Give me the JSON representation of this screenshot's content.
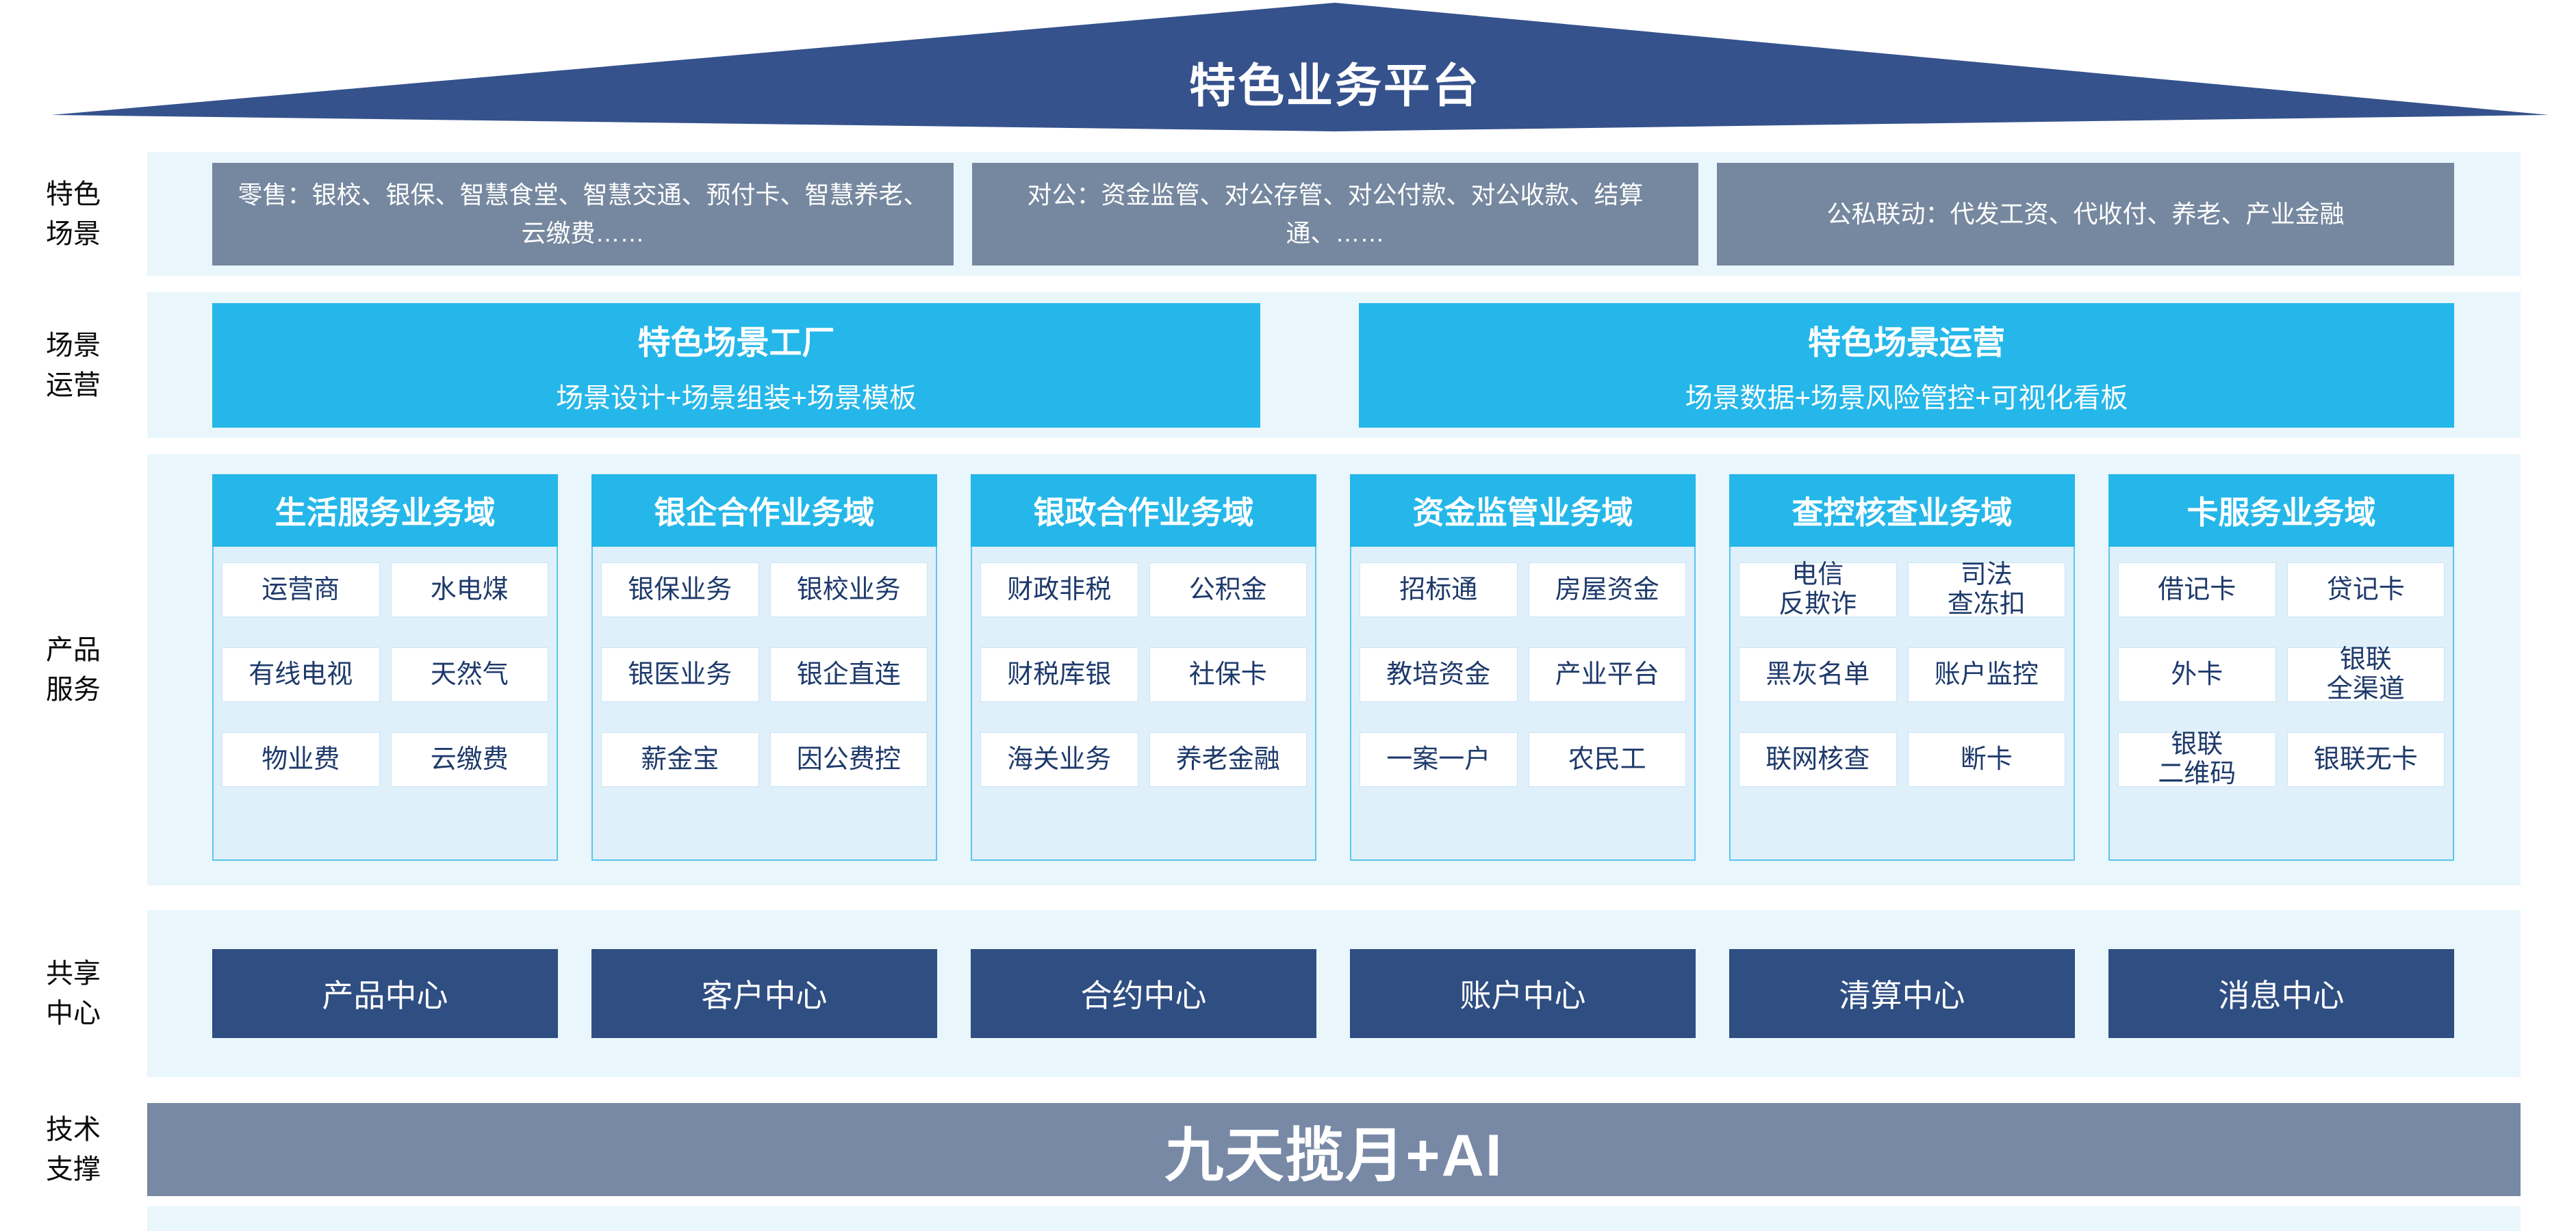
{
  "theme": {
    "navy_roof": "#35528C",
    "navy_box": "#2F4E82",
    "cyan": "#25B7E9",
    "gray_box": "#76889F",
    "gray_bar": "#7889A6",
    "band_bg": "#E9F6FC",
    "body_bg": "#DFF0FA",
    "col_border": "#5BC6EE",
    "cell_border": "#C9E4F3",
    "cell_text": "#1E3A6B"
  },
  "roof": {
    "title": "特色业务平台"
  },
  "sections": {
    "scenes": {
      "label": "特色\n场景",
      "boxes": [
        "零售：银校、银保、智慧食堂、智慧交通、预付卡、智慧养老、云缴费……",
        "对公：资金监管、对公存管、对公付款、对公收款、结算通、……",
        "公私联动：代发工资、代收付、养老、产业金融"
      ]
    },
    "operations": {
      "label": "场景\n运营",
      "boxes": [
        {
          "title": "特色场景工厂",
          "subtitle": "场景设计+场景组装+场景模板"
        },
        {
          "title": "特色场景运营",
          "subtitle": "场景数据+场景风险管控+可视化看板"
        }
      ]
    },
    "products": {
      "label": "产品\n服务",
      "domains": [
        {
          "name": "生活服务业务域",
          "items": [
            "运营商",
            "水电煤",
            "有线电视",
            "天然气",
            "物业费",
            "云缴费"
          ]
        },
        {
          "name": "银企合作业务域",
          "items": [
            "银保业务",
            "银校业务",
            "银医业务",
            "银企直连",
            "薪金宝",
            "因公费控"
          ]
        },
        {
          "name": "银政合作业务域",
          "items": [
            "财政非税",
            "公积金",
            "财税库银",
            "社保卡",
            "海关业务",
            "养老金融"
          ]
        },
        {
          "name": "资金监管业务域",
          "items": [
            "招标通",
            "房屋资金",
            "教培资金",
            "产业平台",
            "一案一户",
            "农民工"
          ]
        },
        {
          "name": "查控核查业务域",
          "items": [
            "电信\n反欺诈",
            "司法\n查冻扣",
            "黑灰名单",
            "账户监控",
            "联网核查",
            "断卡"
          ]
        },
        {
          "name": "卡服务业务域",
          "items": [
            "借记卡",
            "贷记卡",
            "外卡",
            "银联\n全渠道",
            "银联\n二维码",
            "银联无卡"
          ]
        }
      ]
    },
    "shared": {
      "label": "共享\n中心",
      "centers": [
        "产品中心",
        "客户中心",
        "合约中心",
        "账户中心",
        "清算中心",
        "消息中心"
      ]
    },
    "tech": {
      "label": "技术\n支撑",
      "bar": "九天揽月+AI"
    }
  }
}
